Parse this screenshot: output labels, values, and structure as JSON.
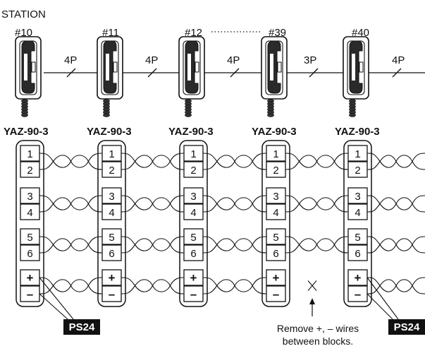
{
  "title": "STATION",
  "stations": [
    {
      "number": "#10",
      "model": "YAZ-90-3",
      "terminals": [
        "1",
        "2",
        "3",
        "4",
        "5",
        "6",
        "+",
        "–"
      ]
    },
    {
      "number": "#11",
      "model": "YAZ-90-3",
      "terminals": [
        "1",
        "2",
        "3",
        "4",
        "5",
        "6",
        "+",
        "–"
      ]
    },
    {
      "number": "#12",
      "model": "YAZ-90-3",
      "terminals": [
        "1",
        "2",
        "3",
        "4",
        "5",
        "6",
        "+",
        "–"
      ]
    },
    {
      "number": "#39",
      "model": "YAZ-90-3",
      "terminals": [
        "1",
        "2",
        "3",
        "4",
        "5",
        "6",
        "+",
        "–"
      ]
    },
    {
      "number": "#40",
      "model": "YAZ-90-3",
      "terminals": [
        "1",
        "2",
        "3",
        "4",
        "5",
        "6",
        "+",
        "–"
      ]
    }
  ],
  "wire_labels": [
    "4P",
    "4P",
    "4P",
    "3P",
    "4P"
  ],
  "power_supplies": [
    {
      "label": "PS24",
      "station": 0
    },
    {
      "label": "PS24",
      "station": 4
    }
  ],
  "note": {
    "line1": "Remove +, – wires",
    "line2": "between blocks."
  },
  "colors": {
    "line": "#111111",
    "ps_fill": "#111111",
    "ps_text": "#ffffff"
  }
}
